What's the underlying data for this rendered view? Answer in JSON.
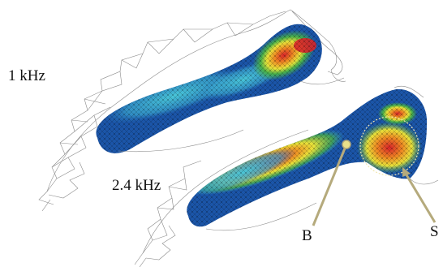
{
  "labels": {
    "freq_1": "1 kHz",
    "freq_2": "2.4 kHz",
    "marker_b": "B",
    "marker_s": "S"
  },
  "colors": {
    "mesh_line": "#8a8a8a",
    "body_blue": "#1b55a8",
    "cyan": "#3fb7d6",
    "green": "#47b04a",
    "yellow": "#e8e23a",
    "orange": "#ee8a23",
    "red": "#d8232a",
    "pointer": "#b5aa7c"
  }
}
